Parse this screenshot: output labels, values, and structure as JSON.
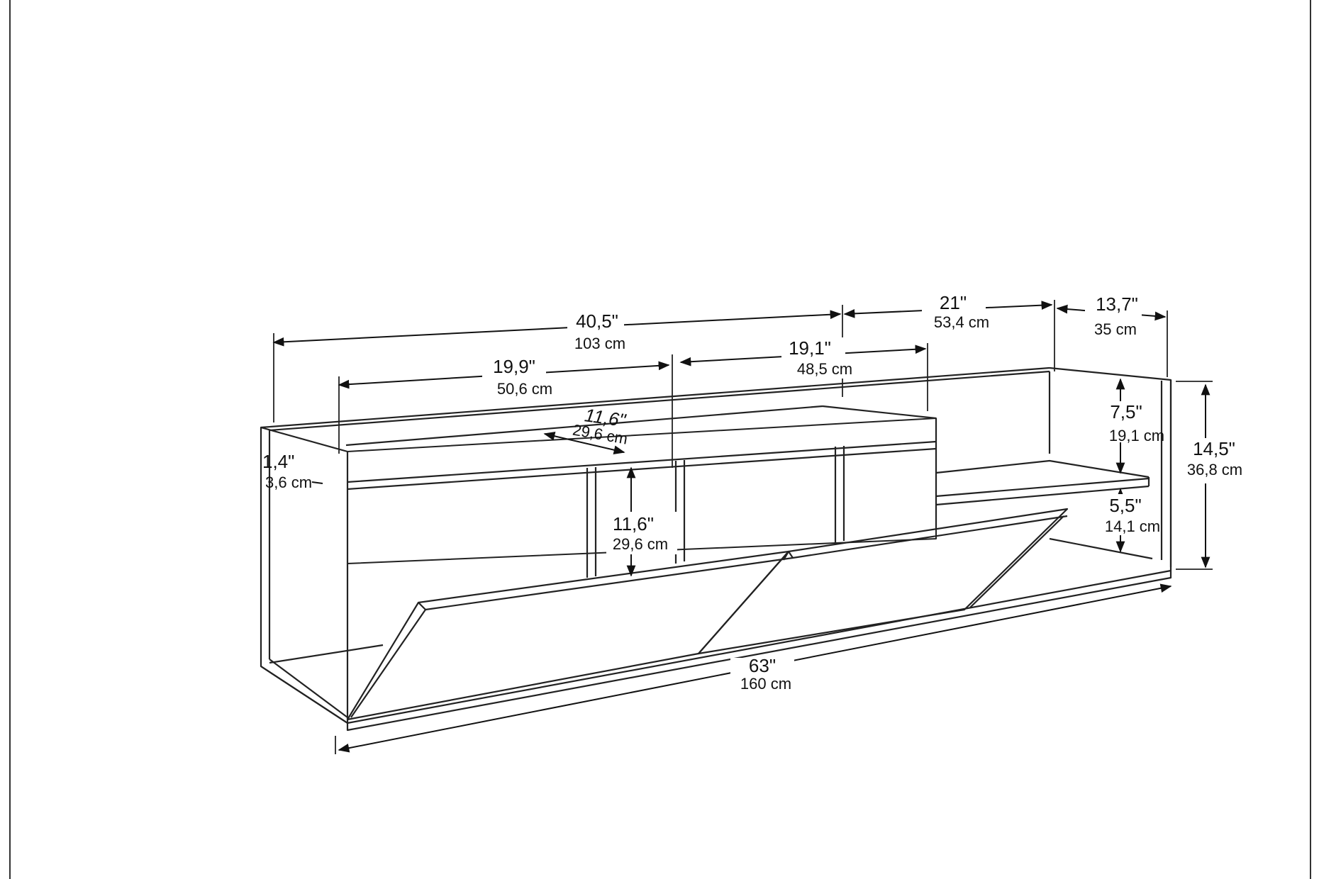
{
  "dimensions": {
    "overall_top_in": "40,5\"",
    "overall_top_cm": "103 cm",
    "mid_in": "21\"",
    "mid_cm": "53,4 cm",
    "depth_in": "13,7\"",
    "depth_cm": "35 cm",
    "left_comp_in": "19,9\"",
    "left_comp_cm": "50,6 cm",
    "center_comp_in": "19,1\"",
    "center_comp_cm": "48,5 cm",
    "inner_depth_in": "11,6\"",
    "inner_depth_cm": "29,6 cm",
    "panel_in": "1,4\"",
    "panel_cm": "3,6 cm",
    "inner_height_in": "11,6\"",
    "inner_height_cm": "29,6 cm",
    "upper_shelf_in": "7,5\"",
    "upper_shelf_cm": "19,1 cm",
    "lower_shelf_in": "5,5\"",
    "lower_shelf_cm": "14,1 cm",
    "total_height_in": "14,5\"",
    "total_height_cm": "36,8 cm",
    "total_width_in": "63\"",
    "total_width_cm": "160 cm"
  }
}
